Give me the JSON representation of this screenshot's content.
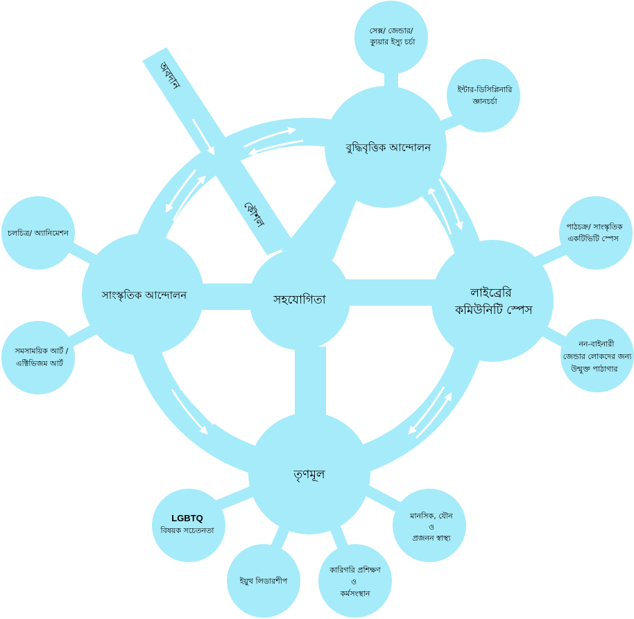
{
  "colors": {
    "fill": "#a6ebf9",
    "arrow": "#ffffff",
    "text": "#000000"
  },
  "center": {
    "label": "সহযোগিতা"
  },
  "hubs": {
    "intellectual": {
      "label": "বুদ্ধিবৃত্তিক আন্দোলন"
    },
    "library": {
      "line1": "লাইব্রেরি",
      "line2": "কমিউনিটি স্পেস"
    },
    "cultural": {
      "label": "সাংস্কৃতিক আন্দোলন"
    },
    "grassroots": {
      "label": "তৃণমূল"
    }
  },
  "satellites": {
    "gender": {
      "line1": "সেক্স/ জেন্ডার/",
      "line2": "ক্যুয়ার ইস্যু চর্চা"
    },
    "interdisciplinary": {
      "line1": "ইন্টার-ডিসিপ্লিনারি",
      "line2": "জ্ঞানচর্চা"
    },
    "reading": {
      "line1": "পাঠচক্র/ সাংস্কৃতিক",
      "line2": "একটিভিটি স্পেস"
    },
    "nonbinary": {
      "line1": "নন-বাইনারী",
      "line2": "জেন্ডার লোকদের জন্য",
      "line3": "উন্মুক্ত পাঠাগার"
    },
    "film": {
      "label": "চলচিত্র/ অ্যানিমেশন"
    },
    "art": {
      "line1": "সমসাময়িক আর্ট /",
      "line2": "এক্টিভিজম আর্ট"
    },
    "lgbtq": {
      "line1": "LGBTQ",
      "line2": "বিষয়ক  সচেতনতা"
    },
    "youth": {
      "label": "ইয়ুথ লিডারশীপ"
    },
    "vocational": {
      "line1": "কারিগরি প্রশিক্ষণ",
      "line2": "ও",
      "line3": "কর্মসংস্থান"
    },
    "health": {
      "line1": "মানসিক, যৌন",
      "line2": "ও",
      "line3": "প্রজনন স্বাস্থ্য"
    }
  },
  "bars": {
    "contribution": {
      "label": "অবদান"
    },
    "strategy": {
      "label": "কৌশল"
    }
  }
}
